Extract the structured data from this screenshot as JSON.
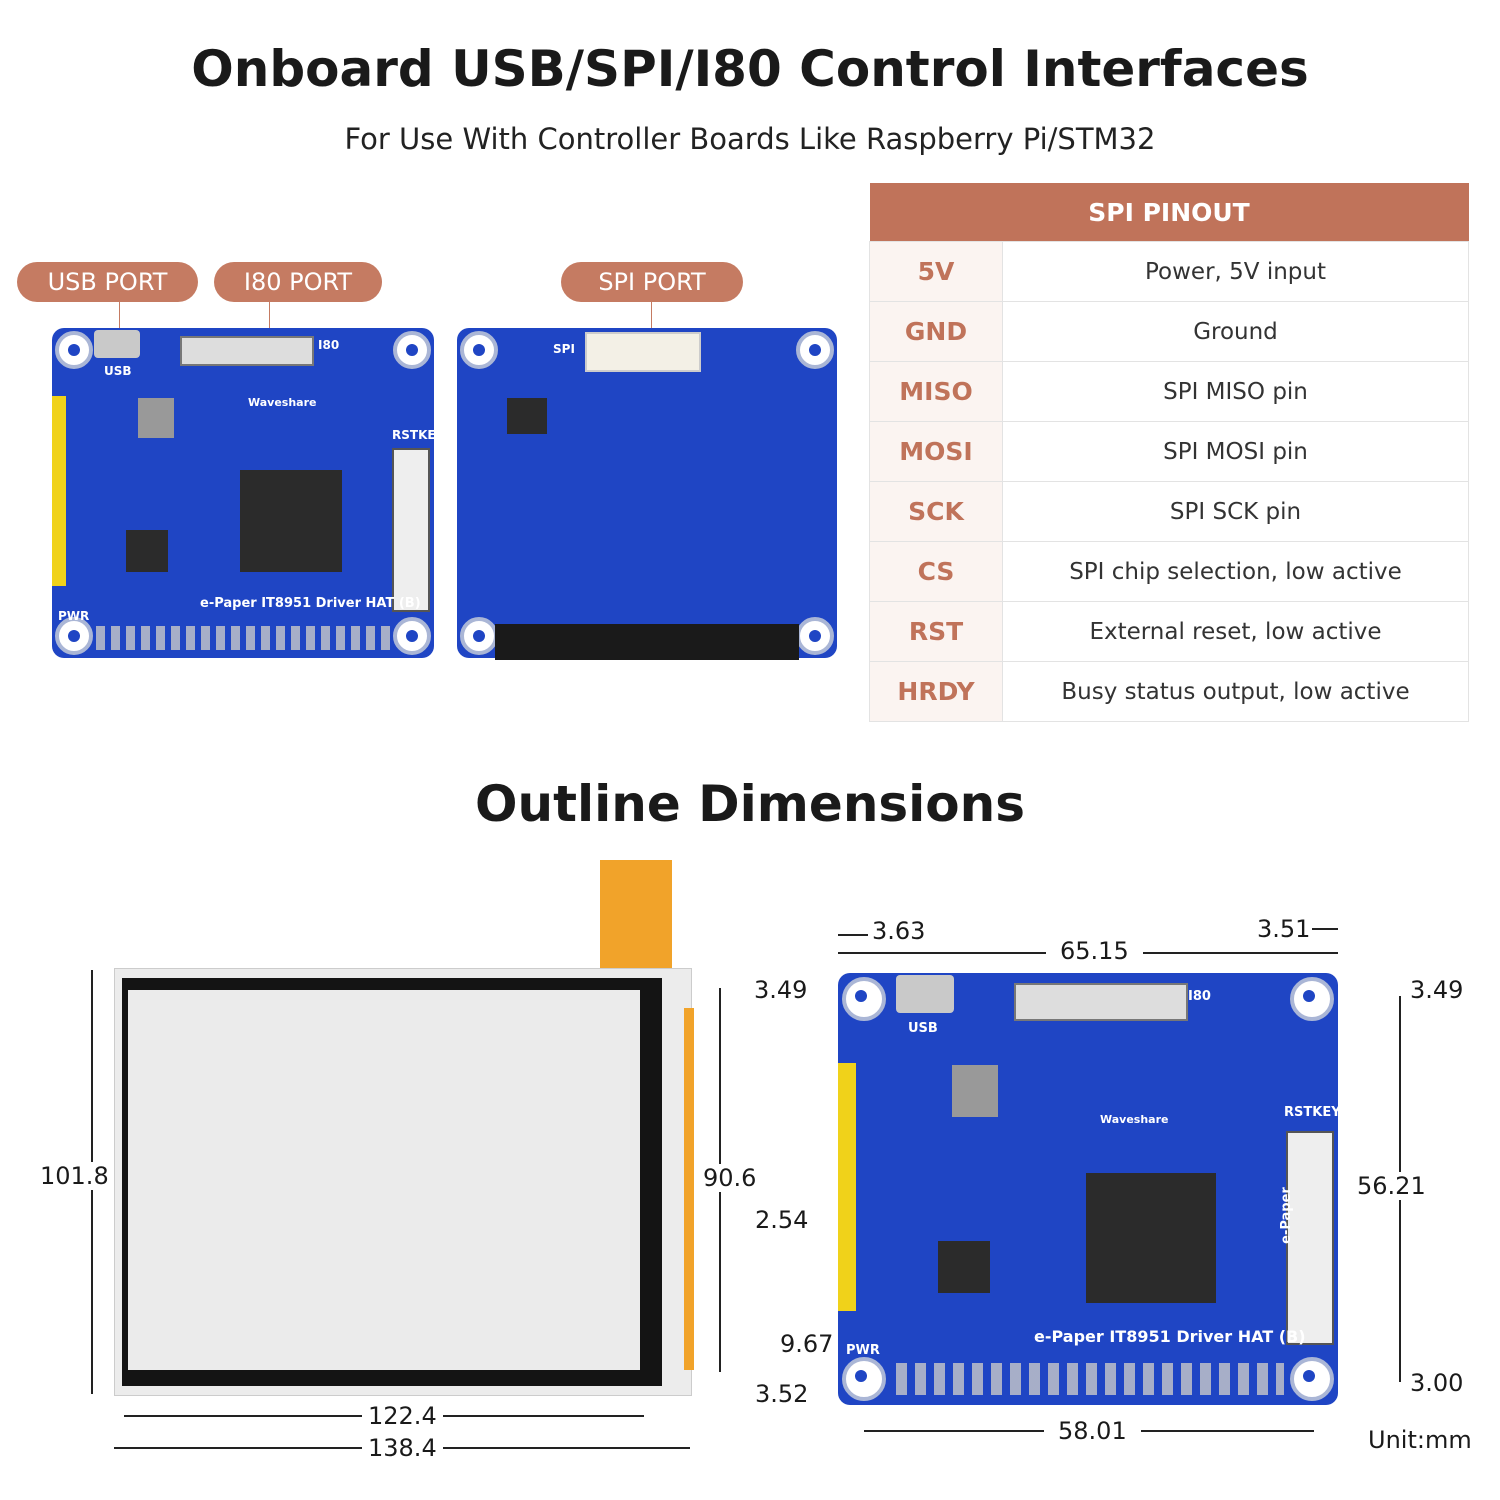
{
  "header": {
    "title": "Onboard USB/SPI/I80 Control Interfaces",
    "subtitle": "For Use With Controller Boards Like Raspberry Pi/STM32"
  },
  "ports": {
    "usb": "USB PORT",
    "i80": "I80 PORT",
    "spi": "SPI PORT"
  },
  "pinout": {
    "title": "SPI PINOUT",
    "rows": [
      {
        "pin": "5V",
        "desc": "Power, 5V input"
      },
      {
        "pin": "GND",
        "desc": "Ground"
      },
      {
        "pin": "MISO",
        "desc": "SPI MISO pin"
      },
      {
        "pin": "MOSI",
        "desc": "SPI MOSI pin"
      },
      {
        "pin": "SCK",
        "desc": "SPI SCK pin"
      },
      {
        "pin": "CS",
        "desc": "SPI chip selection, low active"
      },
      {
        "pin": "RST",
        "desc": "External reset, low active"
      },
      {
        "pin": "HRDY",
        "desc": "Busy status output, low active"
      }
    ]
  },
  "board_labels": {
    "name": "e-Paper IT8951 Driver HAT (B)",
    "usb": "USB",
    "i80": "I80",
    "spi": "SPI",
    "rstkey": "RSTKEY",
    "pwr": "PWR",
    "epaper": "e-Paper",
    "brand": "Waveshare"
  },
  "dimensions": {
    "title": "Outline Dimensions",
    "display": {
      "height_outer": "101.8",
      "height_inner": "90.6",
      "width_inner": "122.4",
      "width_outer": "138.4"
    },
    "board": {
      "left_offset": "3.63",
      "width_top": "65.15",
      "right_offset": "3.51",
      "top_left": "3.49",
      "top_right": "3.49",
      "pitch": "2.54",
      "hole_height": "56.21",
      "pwr_offset": "9.67",
      "bottom_left": "3.52",
      "bottom_right": "3.00",
      "width_bottom": "58.01"
    },
    "unit": "Unit:mm"
  }
}
